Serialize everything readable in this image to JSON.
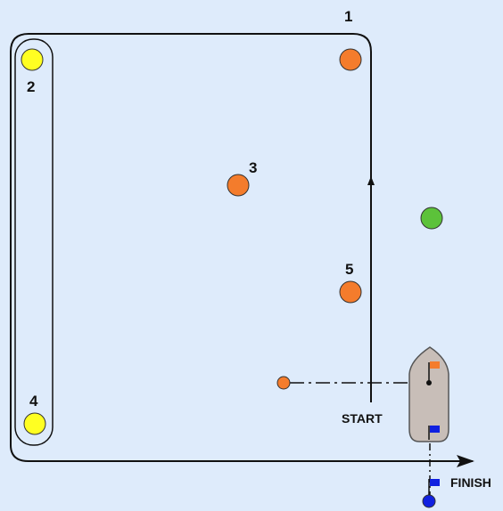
{
  "marks": {
    "mark_1": {
      "label": "1",
      "color": "#f47c2c"
    },
    "mark_2": {
      "label": "2",
      "color": "#ffff22"
    },
    "mark_3": {
      "label": "3",
      "color": "#f47c2c"
    },
    "mark_4": {
      "label": "4",
      "color": "#ffff22"
    },
    "mark_5": {
      "label": "5",
      "color": "#f47c2c"
    },
    "offset_mark": {
      "color": "#5cc23a"
    },
    "pin_end": {
      "color": "#f47c2c"
    },
    "finish_pin": {
      "color": "#1020e0"
    }
  },
  "labels": {
    "start": "START",
    "finish": "FINISH"
  },
  "committee_boat": {
    "hull_color": "#c8beb8",
    "start_flag_color": "#f47c2c",
    "finish_flag_color": "#1020e0"
  },
  "colors": {
    "background": "#deebfb",
    "course_line": "#111111"
  }
}
